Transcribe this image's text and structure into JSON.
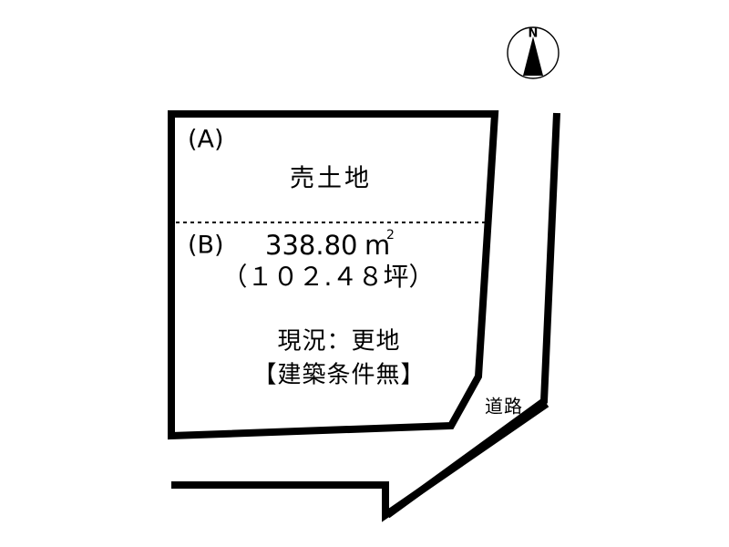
{
  "diagram": {
    "title": "売土地",
    "background_color": "#ffffff",
    "line_color": "#000000",
    "parcel": {
      "section_a_label": "(A)",
      "section_b_label": "(B)",
      "sale_label": "売土地",
      "area_sqm_value": "338.80",
      "area_sqm_unit": "m",
      "area_sqm_sup": "2",
      "area_tsubo": "（１０２.４８坪）",
      "status_line": "現況：更地",
      "condition_line": "【建築条件無】",
      "divider_style": "dashed"
    },
    "road": {
      "label": "道路"
    },
    "compass": {
      "north_label": "N"
    }
  }
}
